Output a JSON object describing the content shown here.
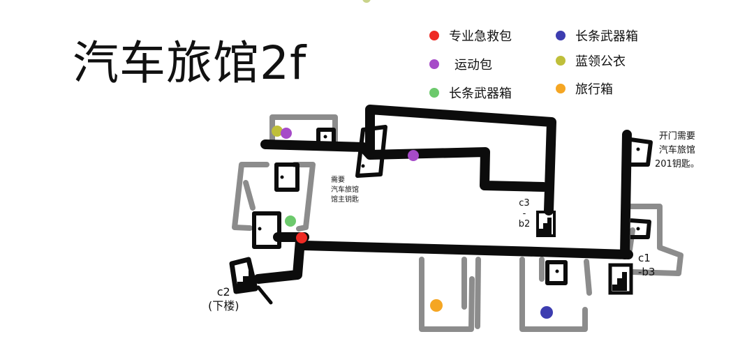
{
  "map": {
    "title": "汽车旅馆2f",
    "legend": [
      {
        "label": "专业急救包",
        "color": "#ee2a24",
        "icon": "red-dot"
      },
      {
        "label": "长条武器箱",
        "color": "#3d3db0",
        "icon": "blue-dot"
      },
      {
        "label": "运动包",
        "color": "#a64bc8",
        "icon": "purple-dot"
      },
      {
        "label": "蓝领公衣",
        "color": "#bfbf3a",
        "icon": "olive-dot"
      },
      {
        "label": "长条武器箱",
        "color": "#6cc96c",
        "icon": "green-dot"
      },
      {
        "label": "旅行箱",
        "color": "#f5a623",
        "icon": "orange-dot"
      }
    ],
    "notes": {
      "door_201": [
        "开门需要",
        "汽车旅馆",
        "201钥匙。"
      ],
      "owner_key": [
        "需要",
        "汽车旅馆",
        "馆主钥匙"
      ]
    },
    "stairs": {
      "c3": [
        "c3",
        "-",
        "b2"
      ],
      "c1": [
        "c1",
        "-b3"
      ],
      "c2": [
        "c2",
        "(下楼)"
      ]
    },
    "markers": [
      {
        "item": "蓝领公衣",
        "color": "#bfbf3a"
      },
      {
        "item": "运动包",
        "color": "#a64bc8"
      },
      {
        "item": "运动包",
        "color": "#a64bc8"
      },
      {
        "item": "长条武器箱",
        "color": "#6cc96c"
      },
      {
        "item": "专业急救包",
        "color": "#ee2a24"
      },
      {
        "item": "旅行箱",
        "color": "#f5a623"
      },
      {
        "item": "长条武器箱",
        "color": "#3d3db0"
      }
    ]
  }
}
